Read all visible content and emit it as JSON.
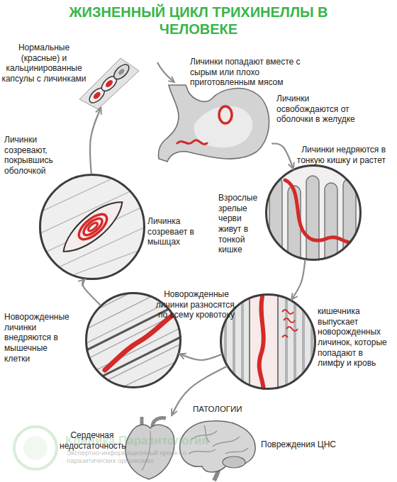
{
  "diagram": {
    "title": "ЖИЗНЕННЫЙ ЦИКЛ ТРИХИНЕЛЛЫ В ЧЕЛОВЕКЕ",
    "nodes": [
      {
        "text": [
          "Нормальные (красные) и кальцинированные капсулы с личинками"
        ]
      },
      {
        "text": [
          "Личинки попадают вместе с сырым или плохо приготовленным мясом",
          "Личинки освобождаются от оболочки в желудке"
        ]
      },
      {
        "text": [
          "Личинки недряются в тонкую кишку и растет",
          "Взрослые зрелые черви живут в тонкой кишке"
        ]
      },
      {
        "text": [
          "кишечника выпускает новорожденных личинок, которые попадают в лимфу и кровь",
          "Новорожденные личинки разносятся, по всему кровотоку"
        ]
      },
      {
        "text": [
          "Новорожденные личинки внедряются в мышечные клетки"
        ]
      },
      {
        "text": [
          "Личинки созревают, покрывшись оболочкой",
          "Личинка созревает в мышцах"
        ]
      },
      {
        "text": [
          "Сердечная недостаточность"
        ]
      },
      {
        "text": [
          "Повреждения ЦНС"
        ]
      }
    ],
    "edges": [
      {
        "from": 1,
        "to": 2,
        "arrow": "to"
      },
      {
        "from": 2,
        "to": 3,
        "arrow": "to"
      },
      {
        "from": 3,
        "to": 4,
        "arrow": "to"
      },
      {
        "from": 4,
        "to": 5,
        "arrow": "to"
      },
      {
        "from": 5,
        "to": 0,
        "arrow": "to"
      },
      {
        "from": 3,
        "to": 6,
        "arrow": "to"
      }
    ],
    "labels": [
      "ПАТОЛОГИИ",
      "Клиника Паразитология",
      "Экспертно-информационный проект о паразитических организмах"
    ]
  }
}
